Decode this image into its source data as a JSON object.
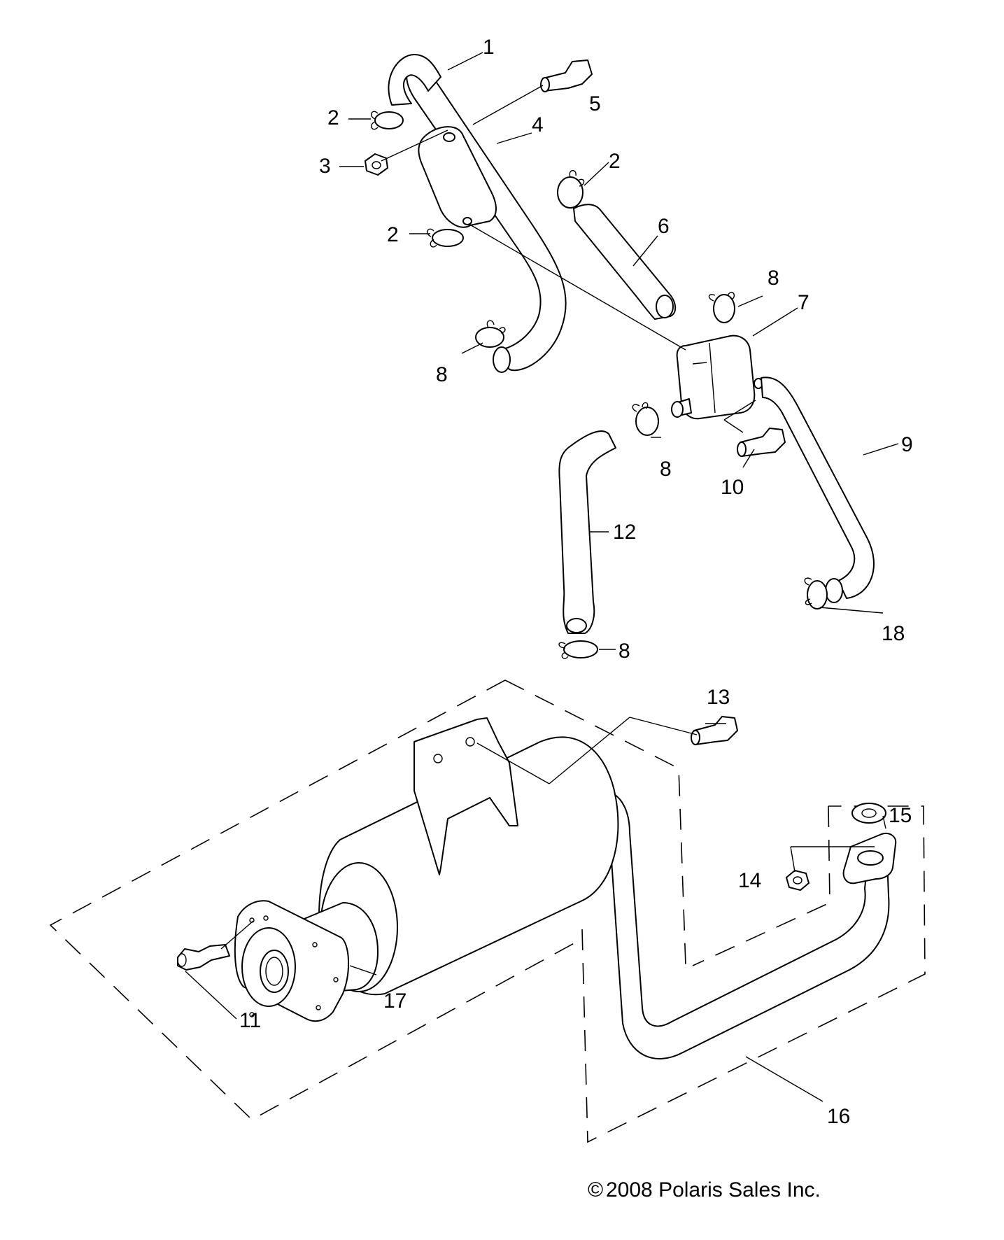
{
  "callouts": {
    "c1": "1",
    "c2a": "2",
    "c2b": "2",
    "c2c": "2",
    "c3": "3",
    "c4": "4",
    "c5": "5",
    "c6": "6",
    "c7": "7",
    "c8a": "8",
    "c8b": "8",
    "c8c": "8",
    "c8d": "8",
    "c9": "9",
    "c10": "10",
    "c11": "11",
    "c12": "12",
    "c13": "13",
    "c14": "14",
    "c15": "15",
    "c16": "16",
    "c17": "17",
    "c18": "18"
  },
  "copyright": "2008 Polaris Sales Inc.",
  "copyright_symbol": "©",
  "colors": {
    "line": "#000000",
    "background": "#ffffff"
  }
}
